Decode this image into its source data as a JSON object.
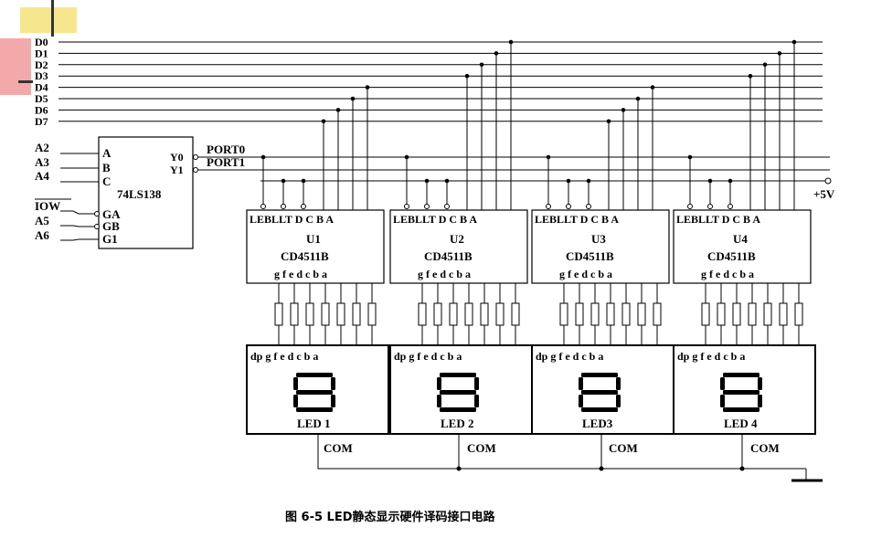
{
  "bus": [
    "D0",
    "D1",
    "D2",
    "D3",
    "D4",
    "D5",
    "D6",
    "D7"
  ],
  "inputs": [
    "A2",
    "A3",
    "A4",
    "IOW",
    "A5",
    "A6"
  ],
  "decoder": {
    "name": "74LS138",
    "pins": [
      "A",
      "B",
      "C",
      "GA",
      "GB",
      "G1",
      "Y0",
      "Y1"
    ]
  },
  "ports": [
    "PORT0",
    "PORT1"
  ],
  "vcc": "+5V",
  "chips": [
    {
      "ref": "U1",
      "part": "CD4511B"
    },
    {
      "ref": "U2",
      "part": "CD4511B"
    },
    {
      "ref": "U3",
      "part": "CD4511B"
    },
    {
      "ref": "U4",
      "part": "CD4511B"
    }
  ],
  "chip_inputs": "LEBLLT D C B A",
  "chip_outputs": "g f e d c b a",
  "led_segments": "dp g f e d c b a",
  "leds": [
    "LED 1",
    "LED 2",
    "LED3",
    "LED 4"
  ],
  "com_label": "COM",
  "caption": "图 6-5 LED静态显示硬件译码接口电路"
}
